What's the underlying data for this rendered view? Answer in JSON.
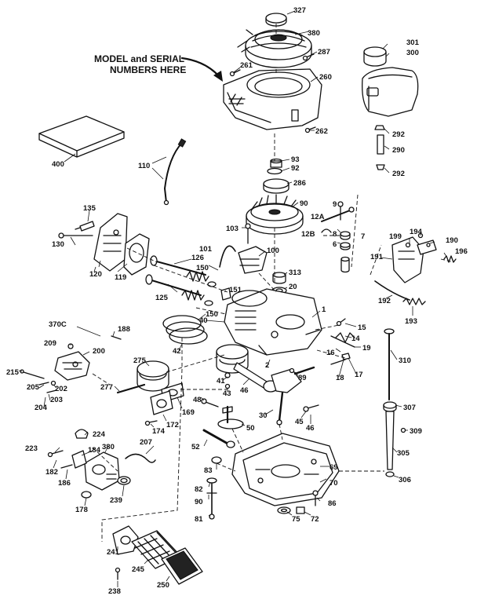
{
  "callout": {
    "line1": "MODEL and SERIAL",
    "line2": "NUMBERS HERE"
  },
  "labels": {
    "p327": "327",
    "p380": "380",
    "p287": "287",
    "p261": "261",
    "p260": "260",
    "p262": "262",
    "p301": "301",
    "p300": "300",
    "p292a": "292",
    "p290": "290",
    "p292b": "292",
    "p400": "400",
    "p110": "110",
    "p93": "93",
    "p92": "92",
    "p286": "286",
    "p90a": "90",
    "p9": "9",
    "p12A": "12A",
    "p12B": "12B",
    "p8": "8",
    "p6": "6",
    "p7": "7",
    "p135": "135",
    "p130": "130",
    "p120": "120",
    "p119": "119",
    "p103": "103",
    "p126": "126",
    "p101": "101",
    "p100": "100",
    "p150a": "150",
    "p125": "125",
    "p313": "313",
    "p20": "20",
    "p151": "151",
    "p150b": "150",
    "p40": "40",
    "p1": "1",
    "p199": "199",
    "p194": "194",
    "p190": "190",
    "p196": "196",
    "p191": "191",
    "p192": "192",
    "p193": "193",
    "p370C": "370C",
    "p188": "188",
    "p209": "209",
    "p200": "200",
    "p215": "215",
    "p205": "205",
    "p202": "202",
    "p203": "203",
    "p204": "204",
    "p42": "42",
    "p275": "275",
    "p277": "277",
    "p41": "41",
    "p43": "43",
    "p2": "2",
    "p46a": "46",
    "p89": "89",
    "p15": "15",
    "p14": "14",
    "p19": "19",
    "p16": "16",
    "p17": "17",
    "p18": "18",
    "p310": "310",
    "p169": "169",
    "p174": "174",
    "p172": "172",
    "p48": "48",
    "p50": "50",
    "p30": "30",
    "p45": "45",
    "p46b": "46",
    "p307": "307",
    "p309": "309",
    "p224": "224",
    "p380b": "380",
    "p207": "207",
    "p223": "223",
    "p184": "184",
    "p182": "182",
    "p186": "186",
    "p52": "52",
    "p69": "69",
    "p305": "305",
    "p306": "306",
    "p83": "83",
    "p70": "70",
    "p82": "82",
    "p178": "178",
    "p239": "239",
    "p90b": "90",
    "p86": "86",
    "p81": "81",
    "p75": "75",
    "p72": "72",
    "p241": "241",
    "p245": "245",
    "p250": "250",
    "p238": "238"
  }
}
